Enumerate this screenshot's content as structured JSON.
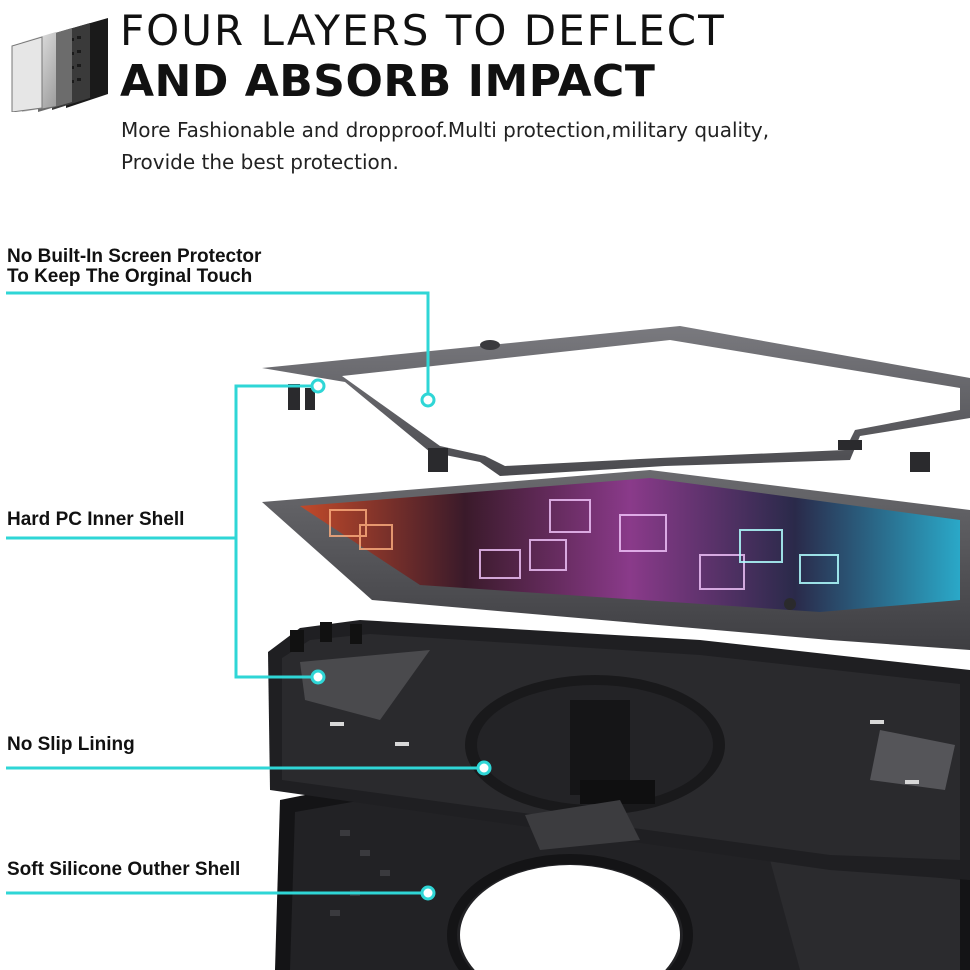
{
  "header": {
    "title_line1": "FOUR LAYERS TO DEFLECT",
    "title_line2": "AND ABSORB IMPACT",
    "subtitle_line1": "More Fashionable and dropproof.Multi protection,military quality,",
    "subtitle_line2": "Provide the best protection.",
    "icon": "layers-icon"
  },
  "callouts": [
    {
      "line1": "No Built-In Screen Protector",
      "line2": "To Keep The Orginal Touch"
    },
    {
      "line1": "Hard PC Inner Shell"
    },
    {
      "line1": "No Slip Lining"
    },
    {
      "line1": "Soft Silicone Outher Shell"
    }
  ],
  "colors": {
    "accent": "#2fd6d6",
    "case_black": "#1c1c1e",
    "frame_gray": "#5d5d62"
  }
}
